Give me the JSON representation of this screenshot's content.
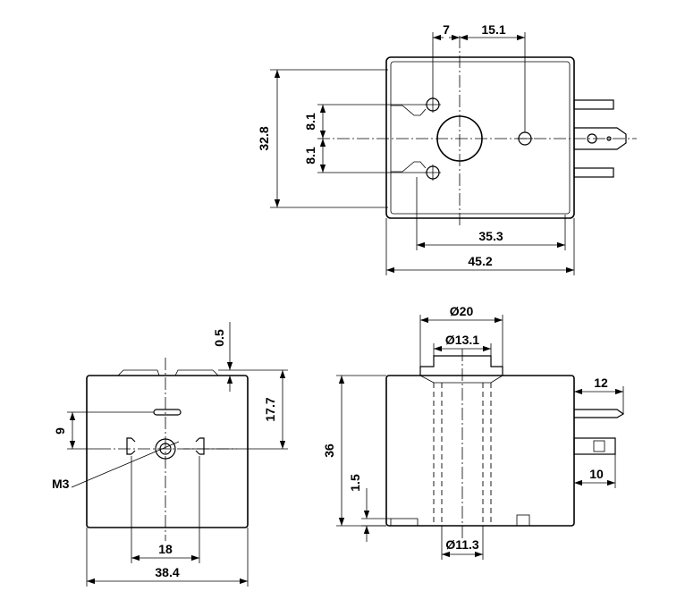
{
  "dimensions": {
    "top_view": {
      "pin_offset": "7",
      "pin_spacing": "15.1",
      "height": "32.8",
      "upper_half": "8.1",
      "lower_half": "8.1",
      "inner_length": "35.3",
      "overall_length": "45.2"
    },
    "side_view": {
      "gap": "0.5",
      "height_total": "17.7",
      "offset": "9",
      "thread": "M3",
      "hole_spacing": "18",
      "width": "38.4"
    },
    "front_view": {
      "outer_diameter": "Ø20",
      "inner_diameter": "Ø13.1",
      "bottom_diameter": "Ø11.3",
      "height": "36",
      "base": "1.5",
      "terminal_upper": "12",
      "terminal_lower": "10"
    }
  }
}
